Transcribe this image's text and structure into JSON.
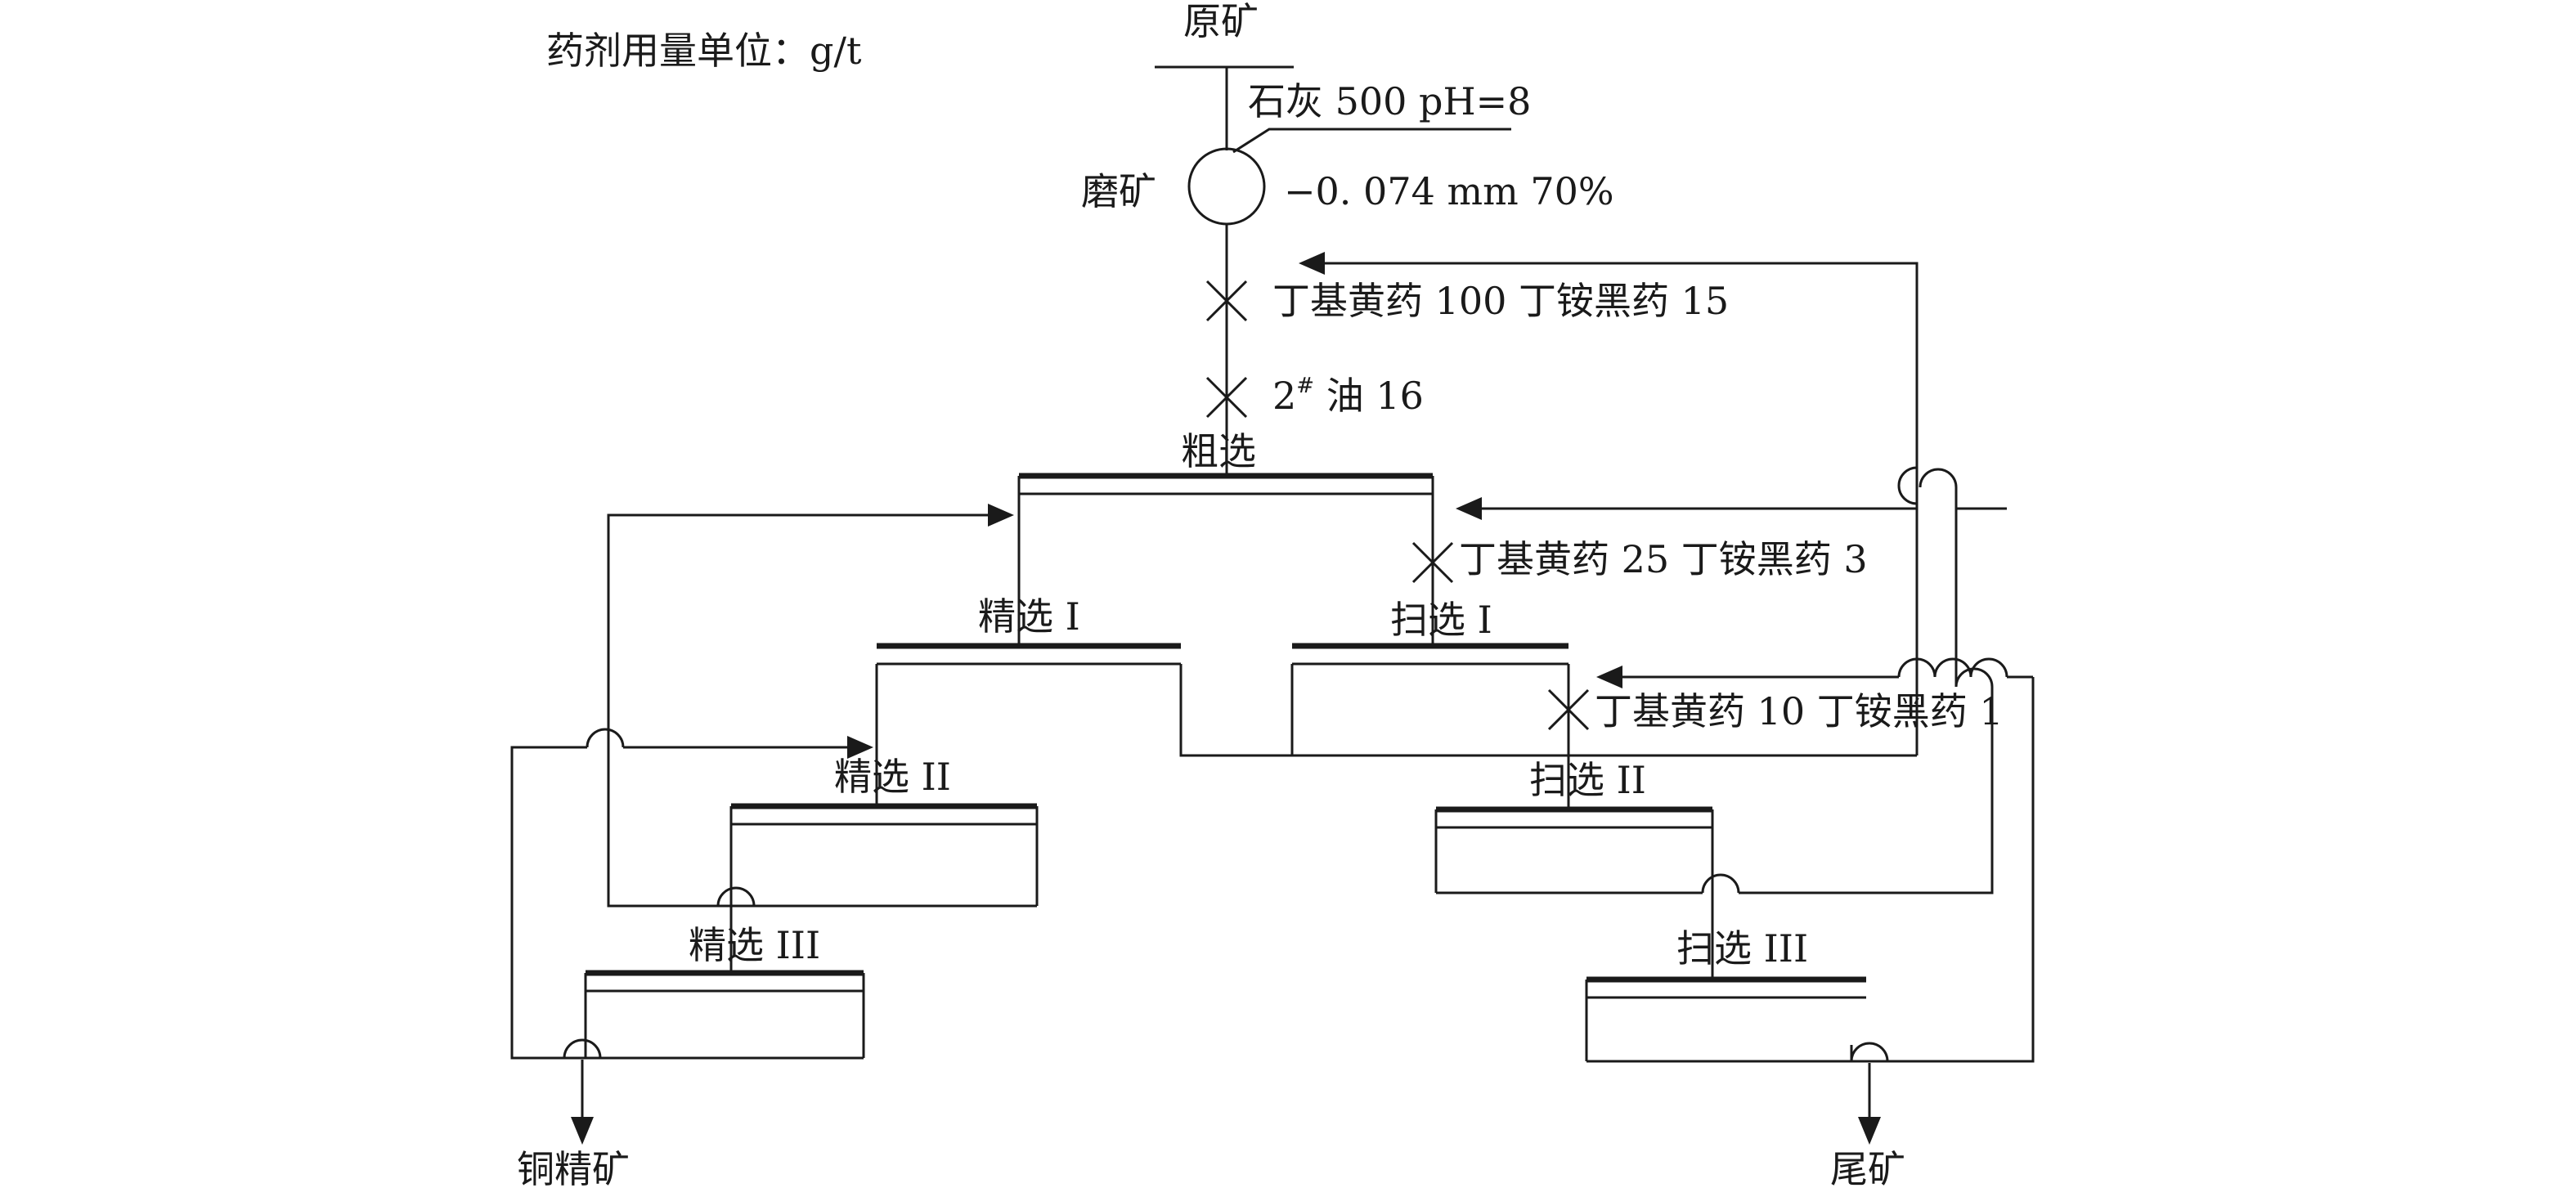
{
  "unit_note": "药剂用量单位：g/t",
  "feed_label": "原矿",
  "lime_label": "石灰 500 pH=8",
  "grinding": {
    "label": "磨矿",
    "size": "−0. 074 mm 70%"
  },
  "reagents": {
    "rougher_collector": "丁基黄药 100 丁铵黑药 15",
    "frother_prefix": "2",
    "frother_sup": "#",
    "frother_rest": " 油 16",
    "scav1_collector": "丁基黄药 25 丁铵黑药 3",
    "scav2_collector": "丁基黄药 10 丁铵黑药 1"
  },
  "cells": {
    "rougher": "粗选",
    "cleaner1": "精选 I",
    "cleaner2": "精选 II",
    "cleaner3": "精选 III",
    "scavenger1": "扫选 I",
    "scavenger2": "扫选 II",
    "scavenger3": "扫选 III"
  },
  "products": {
    "concentrate": "铜精矿",
    "tailings": "尾矿"
  }
}
